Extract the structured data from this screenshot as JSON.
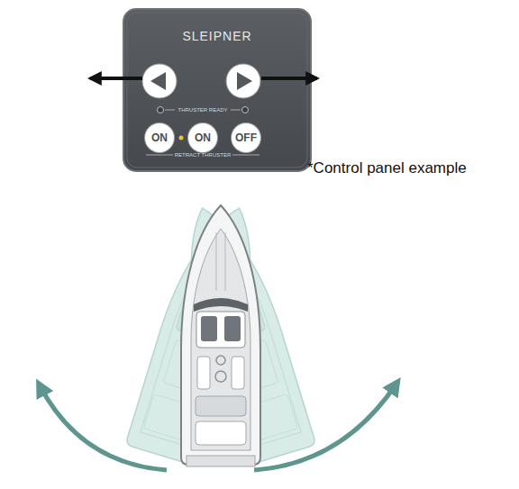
{
  "diagram": {
    "nodes": [
      {
        "text": [
          "SLEIPNER",
          "THRUSTER READY",
          "RETRACT THRUSTER"
        ]
      },
      {
        "text": [
          "ON"
        ],
        "in": 0
      },
      {
        "text": [
          "ON"
        ],
        "in": 0
      },
      {
        "text": [
          "OFF"
        ],
        "in": 0
      }
    ],
    "labels": [
      "*Control panel example"
    ]
  }
}
